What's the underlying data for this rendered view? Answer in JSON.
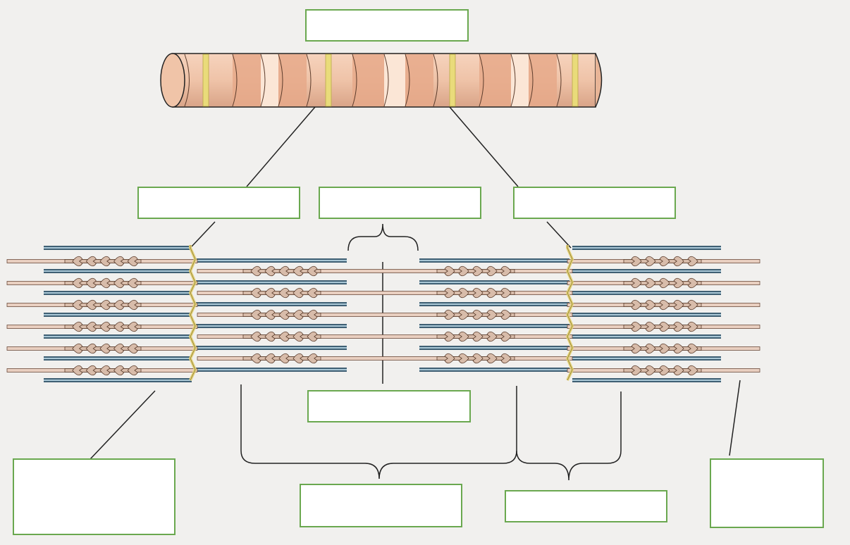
{
  "diagram": {
    "subject": "sarcomere-structure",
    "label_boxes": [
      {
        "id": "fiber-label",
        "text": ""
      },
      {
        "id": "z-disc-left-label",
        "text": ""
      },
      {
        "id": "h-zone-label",
        "text": ""
      },
      {
        "id": "z-disc-right-label",
        "text": ""
      },
      {
        "id": "m-line-label",
        "text": ""
      },
      {
        "id": "thick-filament-label",
        "text": ""
      },
      {
        "id": "a-band-label",
        "text": ""
      },
      {
        "id": "i-band-label",
        "text": ""
      },
      {
        "id": "thin-filament-label",
        "text": ""
      }
    ],
    "colors": {
      "label_border": "#6aa84f",
      "actin": "#e9cfc0",
      "actin_outline": "#6b4a3a",
      "myosin": "#d8bcaa",
      "myosin_outline": "#5a3c2c",
      "titin_dark": "#3f5f73",
      "titin_light": "#a9c7d6",
      "z_disc": "#e4d27a",
      "fiber_base": "#efc3a8",
      "fiber_band": "#e8a98a",
      "fiber_light": "#fbe6d6",
      "fiber_stripe": "#e9db7a",
      "line": "#222222"
    }
  }
}
